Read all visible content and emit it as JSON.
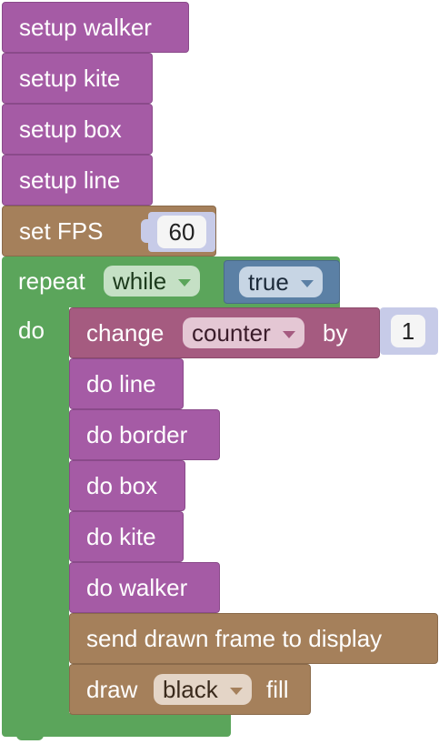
{
  "setup_blocks": [
    "setup walker",
    "setup kite",
    "setup box",
    "setup line"
  ],
  "set_fps": {
    "label": "set FPS",
    "value": "60"
  },
  "repeat": {
    "label": "repeat",
    "mode": "while",
    "condition": "true",
    "do_label": "do"
  },
  "change_counter": {
    "label": "change",
    "variable": "counter",
    "by_label": "by",
    "amount": "1"
  },
  "do_blocks": [
    "do line",
    "do border",
    "do box",
    "do kite",
    "do walker"
  ],
  "send_frame": "send drawn frame to display",
  "draw_fill": {
    "label": "draw",
    "color": "black",
    "suffix": "fill"
  },
  "colors": {
    "procedure": "#a55ba5",
    "value": "#a5805b",
    "loop": "#5ba55b",
    "logic": "#5b80a5",
    "variable": "#a55b80",
    "math": "#5b67a5"
  }
}
